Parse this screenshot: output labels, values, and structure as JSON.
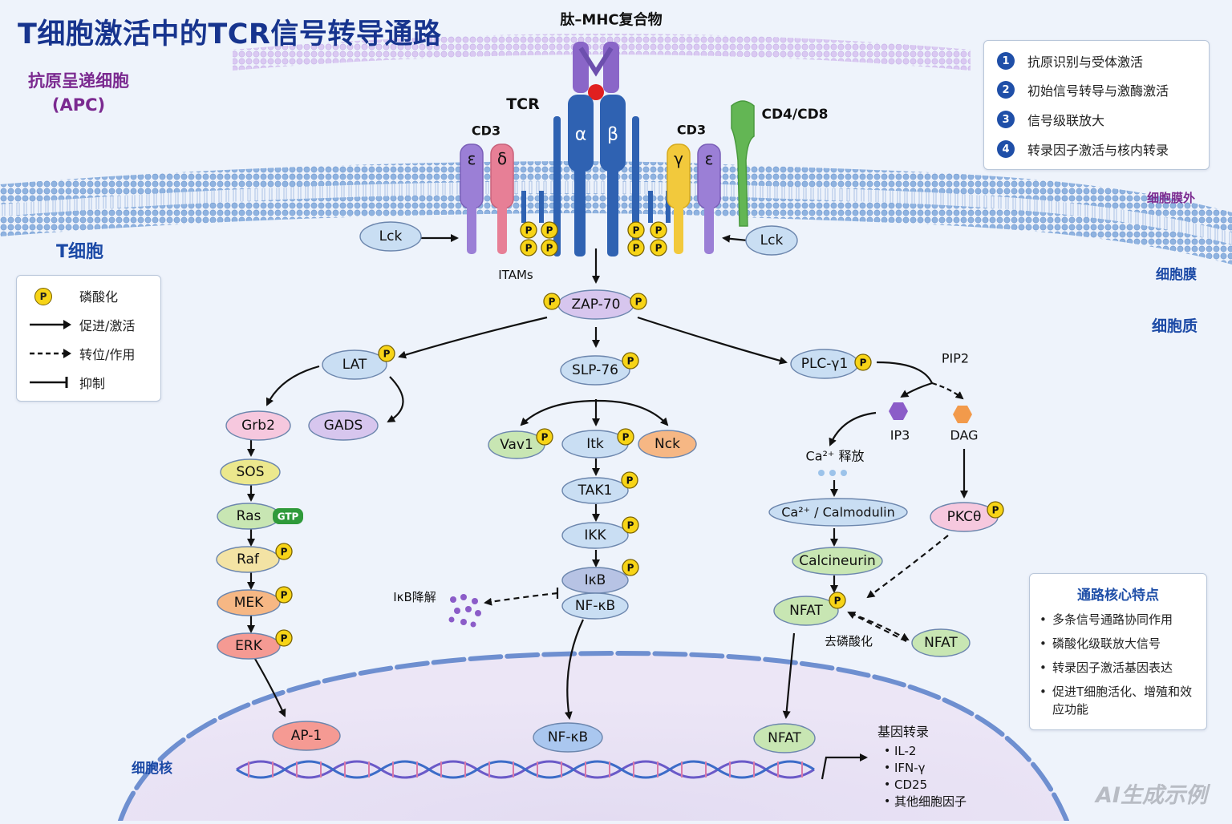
{
  "title": "T细胞激活中的TCR信号转导通路",
  "apc_label": [
    "抗原呈递细胞",
    "(APC)"
  ],
  "tcell_label": "T细胞",
  "regions": {
    "extracellular": "细胞膜外",
    "membrane": "细胞膜",
    "cytoplasm": "细胞质",
    "nucleus": "细胞核"
  },
  "legend": {
    "phospho": "磷酸化",
    "promote": "促进/激活",
    "translocate": "转位/作用",
    "inhibit": "抑制",
    "p_symbol": "P"
  },
  "steps": [
    {
      "num": "1",
      "text": "抗原识别与受体激活"
    },
    {
      "num": "2",
      "text": "初始信号转导与激酶激活"
    },
    {
      "num": "3",
      "text": "信号级联放大"
    },
    {
      "num": "4",
      "text": "转录因子激活与核内转录"
    }
  ],
  "features": {
    "title": "通路核心特点",
    "items": [
      "多条信号通路协同作用",
      "磷酸化级联放大信号",
      "转录因子激活基因表达",
      "促进T细胞活化、增殖和效应功能"
    ]
  },
  "receptors": {
    "pmhc": "肽–MHC复合物",
    "tcr": "TCR",
    "alpha": "α",
    "beta": "β",
    "cd3_left": "CD3",
    "cd3_right": "CD3",
    "epsilon_left": "ε",
    "delta": "δ",
    "gamma": "γ",
    "epsilon_right": "ε",
    "cd4cd8": "CD4/CD8",
    "itams": "ITAMs",
    "lck_left": "Lck",
    "lck_right": "Lck"
  },
  "nodes": {
    "zap70": "ZAP-70",
    "lat": "LAT",
    "slp76": "SLP-76",
    "plc": "PLC-γ1",
    "pip2": "PIP2",
    "grb2": "Grb2",
    "gads": "GADS",
    "sos": "SOS",
    "ras": "Ras",
    "gtp": "GTP",
    "raf": "Raf",
    "mek": "MEK",
    "erk": "ERK",
    "vav1": "Vav1",
    "itk": "Itk",
    "nck": "Nck",
    "tak1": "TAK1",
    "ikk": "IKK",
    "ikb": "IκB",
    "nfkb_cyto": "NF-κB",
    "ikb_degradation": "IκB降解",
    "ip3": "IP3",
    "dag": "DAG",
    "ca_release": "Ca²⁺ 释放",
    "ca_calmodulin": "Ca²⁺ / Calmodulin",
    "calcineurin": "Calcineurin",
    "pkc": "PKCθ",
    "nfat_p": "NFAT",
    "nfat_free": "NFAT",
    "dephos": "去磷酸化",
    "ap1": "AP-1",
    "nfkb_nuc": "NF-κB",
    "nfat_nuc": "NFAT"
  },
  "transcription": {
    "title": "基因转录",
    "genes": [
      "IL-2",
      "IFN-γ",
      "CD25",
      "其他细胞因子"
    ]
  },
  "colors": {
    "title": "#17348e",
    "apc": "#7b2a90",
    "arrow": "#111111",
    "phospho_fill": "#f7d417",
    "node_blue": "#c9def3",
    "node_green": "#c8e6b3",
    "node_yellow": "#ece88d",
    "node_orange": "#f6b784",
    "node_red": "#f59a93",
    "node_purple": "#d7c6ee",
    "node_pink": "#f6c8de",
    "cd3_purple": "#9b7fd6",
    "cd3_pink": "#e77f96",
    "cd3_yellow": "#f2c93c",
    "tcr_blue": "#2f62b2",
    "mhc_purple": "#8a66c8",
    "cd4_green": "#63b654"
  },
  "watermark": "AI生成示例"
}
